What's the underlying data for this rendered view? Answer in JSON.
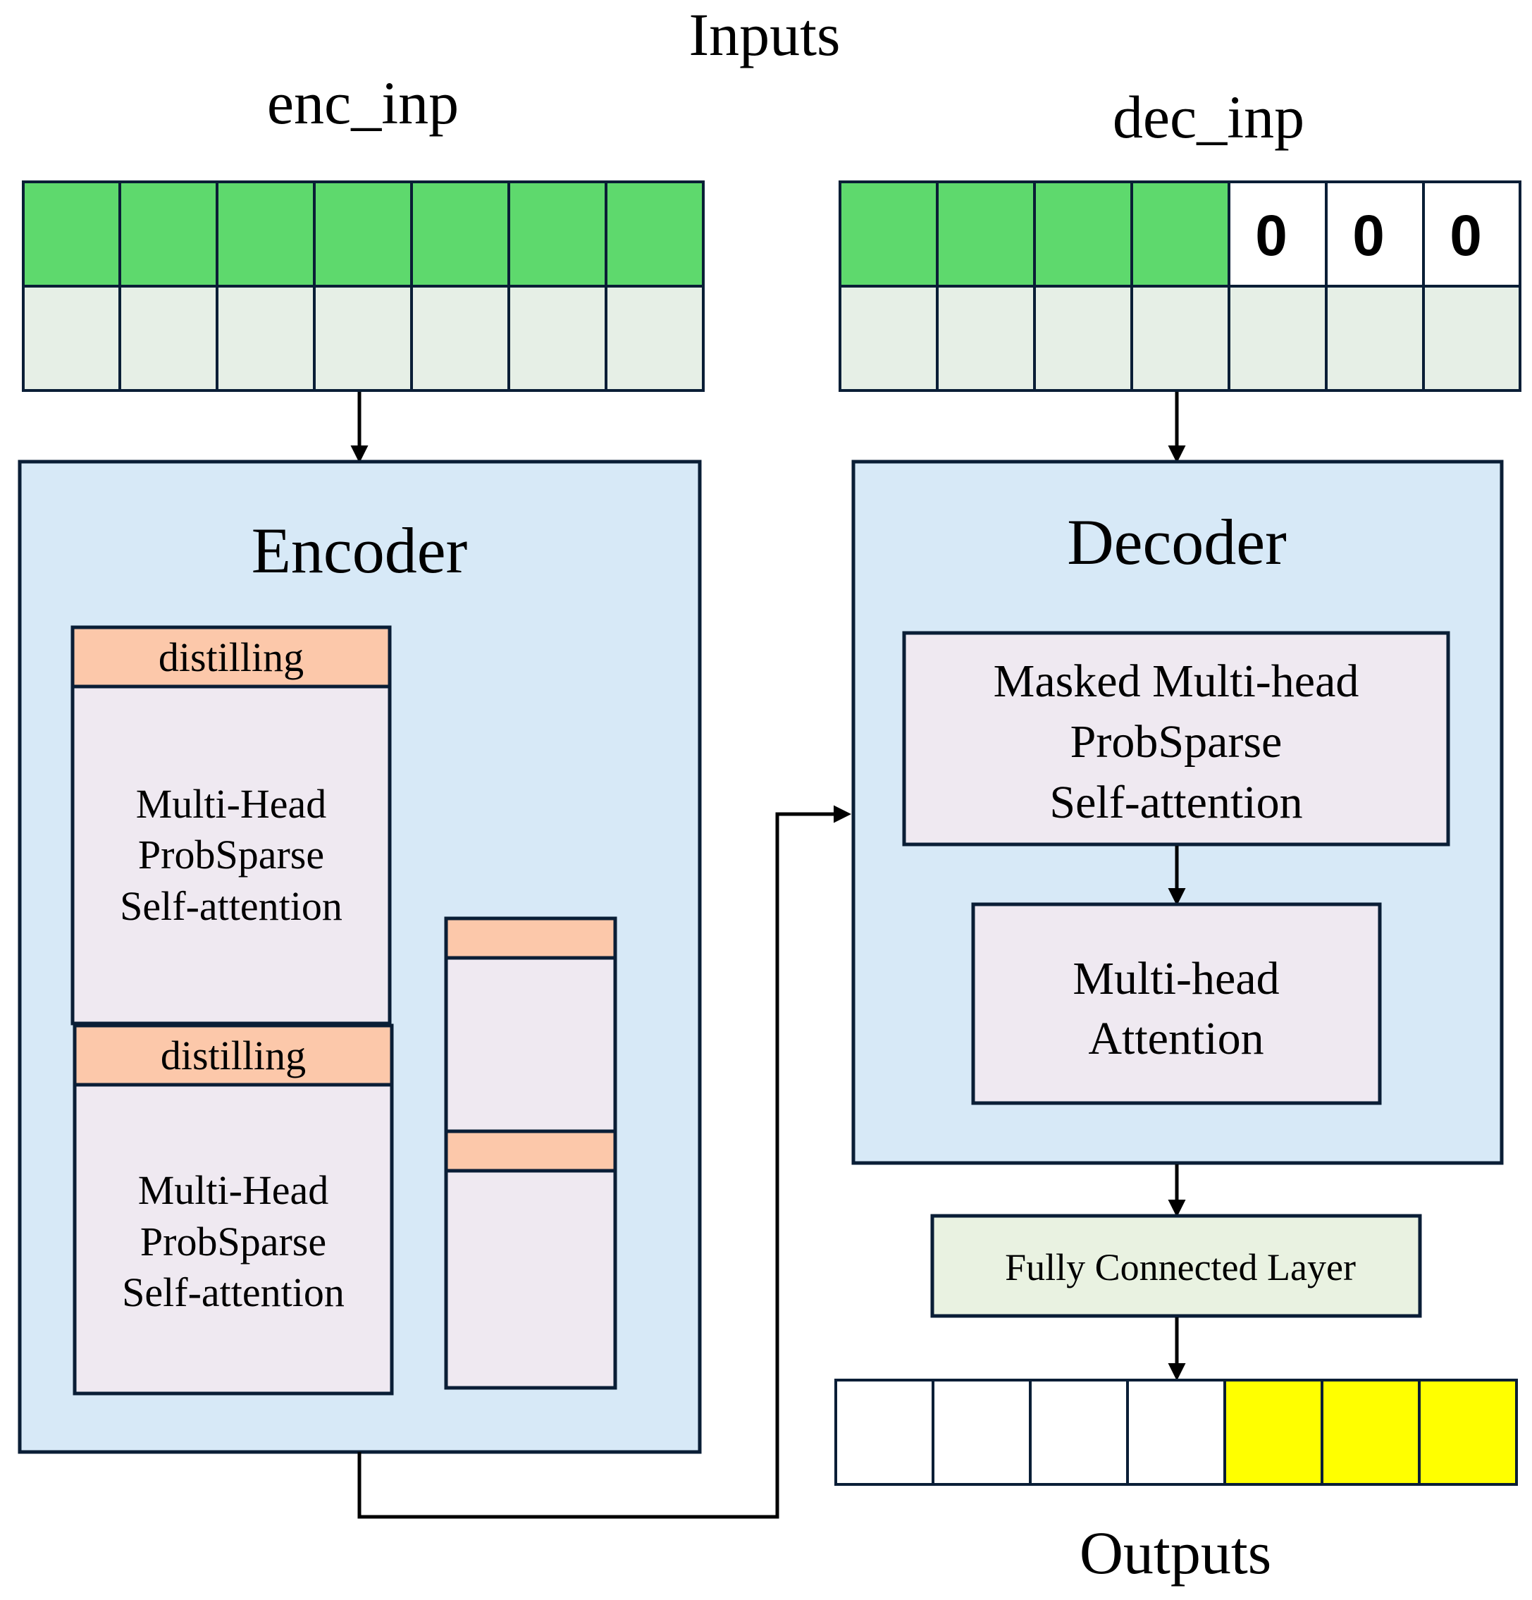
{
  "labels": {
    "inputs": "Inputs",
    "enc_inp": "enc_inp",
    "dec_inp": "dec_inp",
    "encoder": "Encoder",
    "decoder": "Decoder",
    "outputs": "Outputs"
  },
  "encoder": {
    "distilling_1": "distilling",
    "distilling_2": "distilling",
    "attn_1": [
      "Multi-Head",
      "ProbSparse",
      "Self-attention"
    ],
    "attn_2": [
      "Multi-Head",
      "ProbSparse",
      "Self-attention"
    ]
  },
  "decoder": {
    "masked_attn": [
      "Masked Multi-head",
      "ProbSparse",
      "Self-attention"
    ],
    "cross_attn": [
      "Multi-head",
      "Attention"
    ],
    "fc_layer": "Fully Connected Layer"
  },
  "dec_inp_zeros": [
    "0",
    "0",
    "0"
  ],
  "colors": {
    "green": "#5ed96d",
    "light_green": "#e6efe6",
    "light_blue": "#d7e9f7",
    "salmon": "#fcc8aa",
    "lavender": "#efe9f1",
    "fc_green": "#e9f2e1",
    "yellow": "#ffff00",
    "border": "#0a1e36"
  }
}
